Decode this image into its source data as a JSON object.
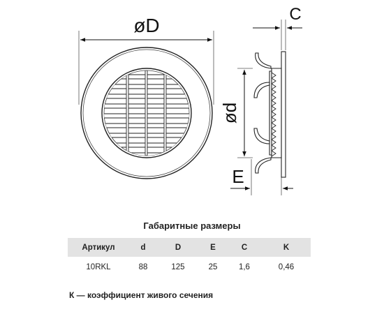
{
  "drawing": {
    "front_label": "øD",
    "side_height_label": "ød",
    "side_top_label": "C",
    "side_bottom_label": "E"
  },
  "spec": {
    "title": "Габаритные размеры",
    "headers": [
      "Артикул",
      "d",
      "D",
      "E",
      "C",
      "K"
    ],
    "row": [
      "10RKL",
      "88",
      "125",
      "25",
      "1,6",
      "0,46"
    ]
  },
  "footnote": "К — коэффициент живого сечения"
}
